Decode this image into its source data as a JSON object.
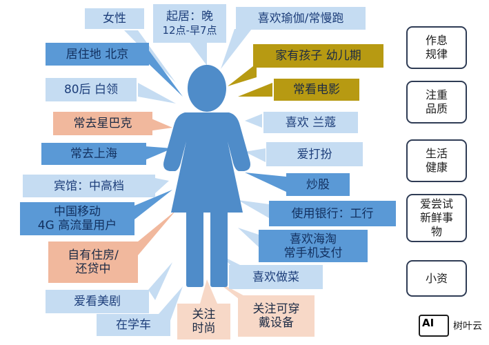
{
  "tags": {
    "female": "女性",
    "sleep": [
      "起居：晚",
      "12点-早7点"
    ],
    "yoga": "喜欢瑜伽/常慢跑",
    "beijing": "居住地 北京",
    "kids": "家有孩子 幼儿期",
    "post80": "80后 白领",
    "movies": "常看电影",
    "starbucks": "常去星巴克",
    "lancome": "喜欢 兰蔻",
    "shanghai": "常去上海",
    "dressup": "爱打扮",
    "hotel": "宾馆：中高档",
    "stocks": "炒股",
    "mobile": [
      "中国移动",
      "4G 高流量用户"
    ],
    "bank": "使用银行：工行",
    "house": [
      "自有住房/",
      "还贷中"
    ],
    "taobao": [
      "喜欢海淘",
      "常手机支付"
    ],
    "cooking": "喜欢做菜",
    "drama": "爱看美剧",
    "study": "在学车",
    "fashion": [
      "关注",
      "时尚"
    ],
    "wearable": [
      "关注可穿",
      "戴设备"
    ]
  },
  "traits": [
    [
      "作息",
      "规律"
    ],
    [
      "注重",
      "品质"
    ],
    [
      "生活",
      "健康"
    ],
    [
      "爱尝试",
      "新鲜事",
      "物"
    ],
    [
      "小资"
    ]
  ],
  "logo": {
    "badge": "AI",
    "text": "树叶云"
  },
  "colors": {
    "light_blue": "#c5dcf2",
    "mid_blue": "#5a99d6",
    "olive": "#b79a12",
    "orange": "#f1b89d",
    "pink": "#f7d8c7",
    "figure": "#4f8cc9"
  }
}
